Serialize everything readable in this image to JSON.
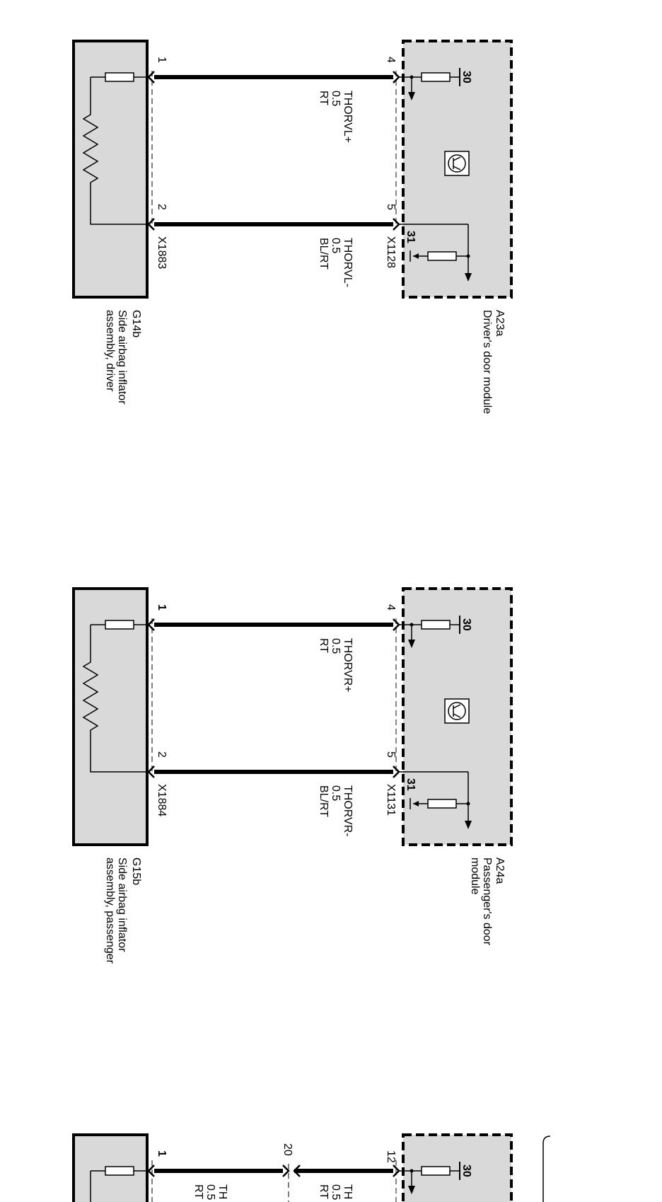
{
  "circuits": [
    {
      "module": {
        "id": "A23a",
        "name": [
          "Driver's door module"
        ]
      },
      "inflator": {
        "id": "G14b",
        "name": [
          "Side airbag inflator",
          "assembly, driver"
        ]
      },
      "module_connector": "X1128",
      "inflator_connector": "X1883",
      "wire_pos": {
        "pin_module": "4",
        "pin_inflator": "1",
        "signal": "THORVL+",
        "gauge": "0.5",
        "color": "RT"
      },
      "wire_neg": {
        "pin_module": "5",
        "pin_inflator": "2",
        "signal": "THORVL-",
        "gauge": "0.5",
        "color": "BL/RT"
      },
      "supply_terminal": "30",
      "ground_terminal": "31"
    },
    {
      "module": {
        "id": "A24a",
        "name": [
          "Passenger's door",
          "module"
        ]
      },
      "inflator": {
        "id": "G15b",
        "name": [
          "Side airbag inflator",
          "assembly, passenger"
        ]
      },
      "module_connector": "X1131",
      "inflator_connector": "X1884",
      "wire_pos": {
        "pin_module": "4",
        "pin_inflator": "1",
        "signal": "THORVR+",
        "gauge": "0.5",
        "color": "RT"
      },
      "wire_neg": {
        "pin_module": "5",
        "pin_inflator": "2",
        "signal": "THORVR-",
        "gauge": "0.5",
        "color": "BL/RT"
      },
      "supply_terminal": "30",
      "ground_terminal": "31"
    },
    {
      "wire_pos": {
        "pin_module": "12",
        "pin_inflator": "1",
        "pin_mid": "20",
        "signal": "TH",
        "gauge": "0.5",
        "color": "RT"
      },
      "supply_terminal": "30"
    }
  ]
}
